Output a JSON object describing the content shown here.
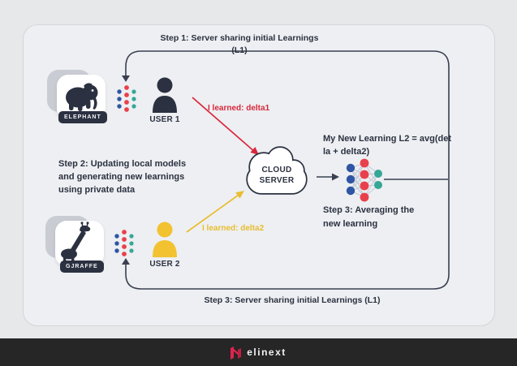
{
  "labels": {
    "step1_top": "Step 1: Server sharing initial Learnings (L1)",
    "step2_line1": "Step 2: Updating local models",
    "step2_line2": "and generating new learnings",
    "step2_line3": "using private data",
    "new_learning_line1": "My New Learning L2 = avg(det",
    "new_learning_line2": "la + delta2)",
    "step3_avg_line1": "Step 3: Averaging the",
    "step3_avg_line2": "new learning",
    "step3_bottom": "Step 3: Server sharing initial Learnings (L1)"
  },
  "user1": {
    "name": "USER 1",
    "animal_label": "ELEPHANT",
    "learned_label": "I learned: delta1"
  },
  "user2": {
    "name": "USER 2",
    "animal_label": "GJRAFFE",
    "learned_label": "I learned: delta2"
  },
  "cloud": {
    "line1": "CLOUD",
    "line2": "SERVER"
  },
  "footer": {
    "brand": "elinext"
  },
  "colors": {
    "accent_red": "#d9273b",
    "accent_yellow": "#e9bd2f",
    "dark_ink": "#2b3140",
    "node_blue": "#2f55a4",
    "node_red": "#e8414b",
    "node_teal": "#35a795",
    "footer_bg": "#262626",
    "logo_red": "#e0234e",
    "user2_yellow": "#f2c230"
  }
}
